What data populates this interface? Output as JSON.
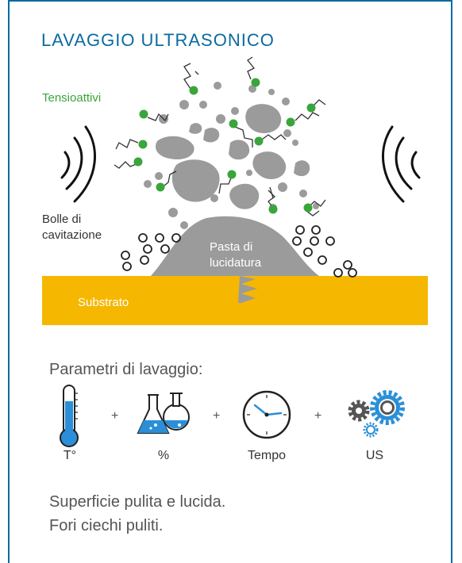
{
  "title": "LAVAGGIO ULTRASONICO",
  "labels": {
    "surfactants": "Tensioattivi",
    "bubbles_line1": "Bolle di",
    "bubbles_line2": "cavitazione",
    "paste_line1": "Pasta di",
    "paste_line2": "lucidatura",
    "substrate": "Substrato"
  },
  "parameters": {
    "heading": "Parametri di lavaggio:",
    "items": [
      {
        "icon": "thermometer-icon",
        "label": "T°"
      },
      {
        "icon": "flask-icon",
        "label": "%"
      },
      {
        "icon": "clock-icon",
        "label": "Tempo"
      },
      {
        "icon": "gears-icon",
        "label": "US"
      }
    ],
    "operator": "+"
  },
  "results": {
    "line1": "Superficie pulita e lucida.",
    "line2": "Fori ciechi puliti."
  },
  "colors": {
    "accent": "#0a6aa1",
    "substrate": "#f5b700",
    "particles": "#9b9b9b",
    "surfactant": "#3aa53a",
    "thermo_blue": "#2a8fd8",
    "gear_blue": "#2a8fd8"
  }
}
